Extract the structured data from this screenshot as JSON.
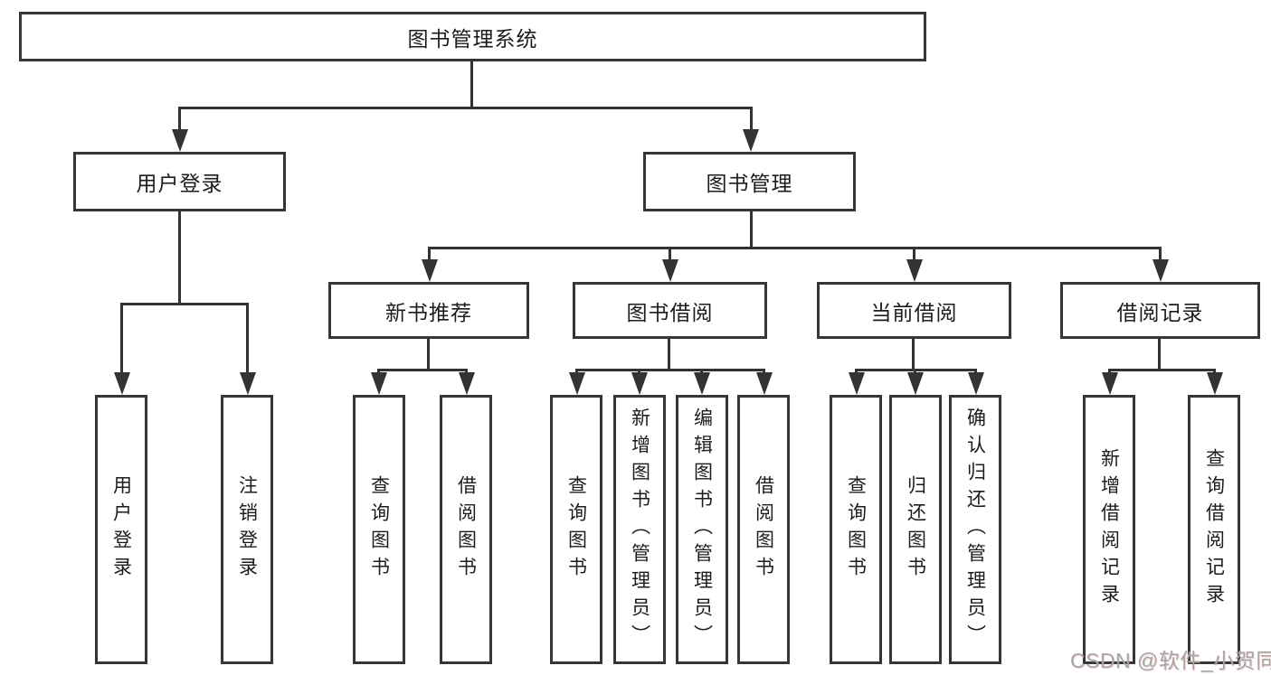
{
  "diagram": {
    "root": {
      "label": "图书管理系统"
    },
    "level2": [
      {
        "label": "用户登录"
      },
      {
        "label": "图书管理"
      }
    ],
    "level3": [
      {
        "label": "新书推荐"
      },
      {
        "label": "图书借阅"
      },
      {
        "label": "当前借阅"
      },
      {
        "label": "借阅记录"
      }
    ],
    "leaves": {
      "user_login": [
        "用户登录",
        "注销登录"
      ],
      "new_book": [
        "查询图书",
        "借阅图书"
      ],
      "book_borrow": [
        "查询图书",
        "新增图书（管理员）",
        "编辑图书（管理员）",
        "借阅图书"
      ],
      "current_borrow": [
        "查询图书",
        "归还图书",
        "确认归还（管理员）"
      ],
      "borrow_record": [
        "新增借阅记录",
        "查询借阅记录"
      ]
    },
    "watermark": "CSDN @软件_小贺同学",
    "colors": {
      "line": "#333333",
      "text": "#1c1c1c",
      "watermark": "#a6a6a6"
    }
  }
}
